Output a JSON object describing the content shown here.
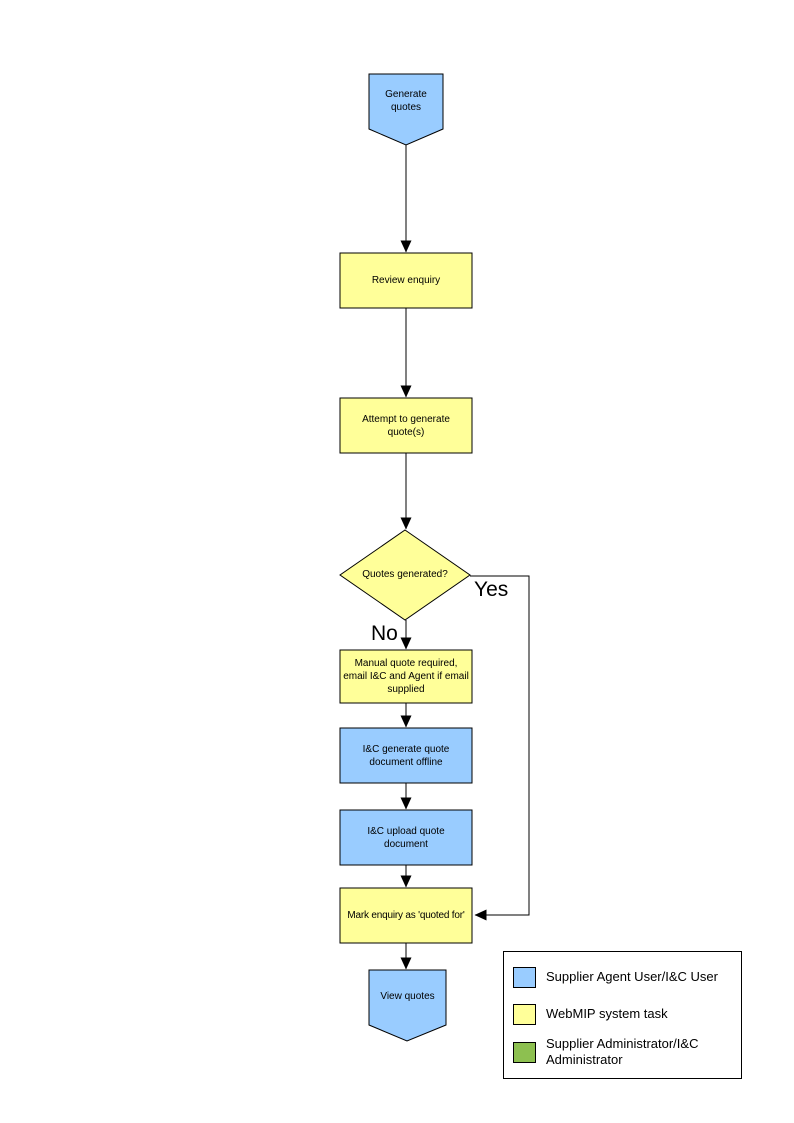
{
  "diagram": {
    "colors": {
      "blue": "#99CCFF",
      "yellow": "#FFFF99",
      "green": "#8DC050",
      "outline": "#000000"
    },
    "nodes": [
      {
        "id": "generate-quotes",
        "type": "pentagon-down",
        "fill": "#99CCFF",
        "label": "Generate quotes"
      },
      {
        "id": "review-enquiry",
        "type": "process",
        "fill": "#FFFF99",
        "label": "Review enquiry"
      },
      {
        "id": "attempt-generate",
        "type": "process",
        "fill": "#FFFF99",
        "label": "Attempt to generate quote(s)"
      },
      {
        "id": "quotes-generated",
        "type": "decision",
        "fill": "#FFFF99",
        "label": "Quotes generated?"
      },
      {
        "id": "manual-quote",
        "type": "process",
        "fill": "#FFFF99",
        "label": "Manual quote required, email I&C and Agent if email supplied"
      },
      {
        "id": "ic-generate-offline",
        "type": "process",
        "fill": "#99CCFF",
        "label": "I&C generate quote document offline"
      },
      {
        "id": "ic-upload-quote",
        "type": "process",
        "fill": "#99CCFF",
        "label": "I&C upload quote document"
      },
      {
        "id": "mark-quoted-for",
        "type": "process",
        "fill": "#FFFF99",
        "label": "Mark enquiry as 'quoted for'"
      },
      {
        "id": "view-quotes",
        "type": "pentagon-down",
        "fill": "#99CCFF",
        "label": "View quotes"
      }
    ],
    "edges": [
      {
        "from": "generate-quotes",
        "to": "review-enquiry",
        "label": ""
      },
      {
        "from": "review-enquiry",
        "to": "attempt-generate",
        "label": ""
      },
      {
        "from": "attempt-generate",
        "to": "quotes-generated",
        "label": ""
      },
      {
        "from": "quotes-generated",
        "to": "manual-quote",
        "label": "No"
      },
      {
        "from": "manual-quote",
        "to": "ic-generate-offline",
        "label": ""
      },
      {
        "from": "ic-generate-offline",
        "to": "ic-upload-quote",
        "label": ""
      },
      {
        "from": "ic-upload-quote",
        "to": "mark-quoted-for",
        "label": ""
      },
      {
        "from": "quotes-generated",
        "to": "mark-quoted-for",
        "label": "Yes"
      },
      {
        "from": "mark-quoted-for",
        "to": "view-quotes",
        "label": ""
      }
    ],
    "legend": {
      "items": [
        {
          "color": "#99CCFF",
          "label": "Supplier Agent User/I&C User"
        },
        {
          "color": "#FFFF99",
          "label": "WebMIP system task"
        },
        {
          "color": "#8DC050",
          "label": "Supplier Administrator/I&C Administrator"
        }
      ]
    }
  }
}
